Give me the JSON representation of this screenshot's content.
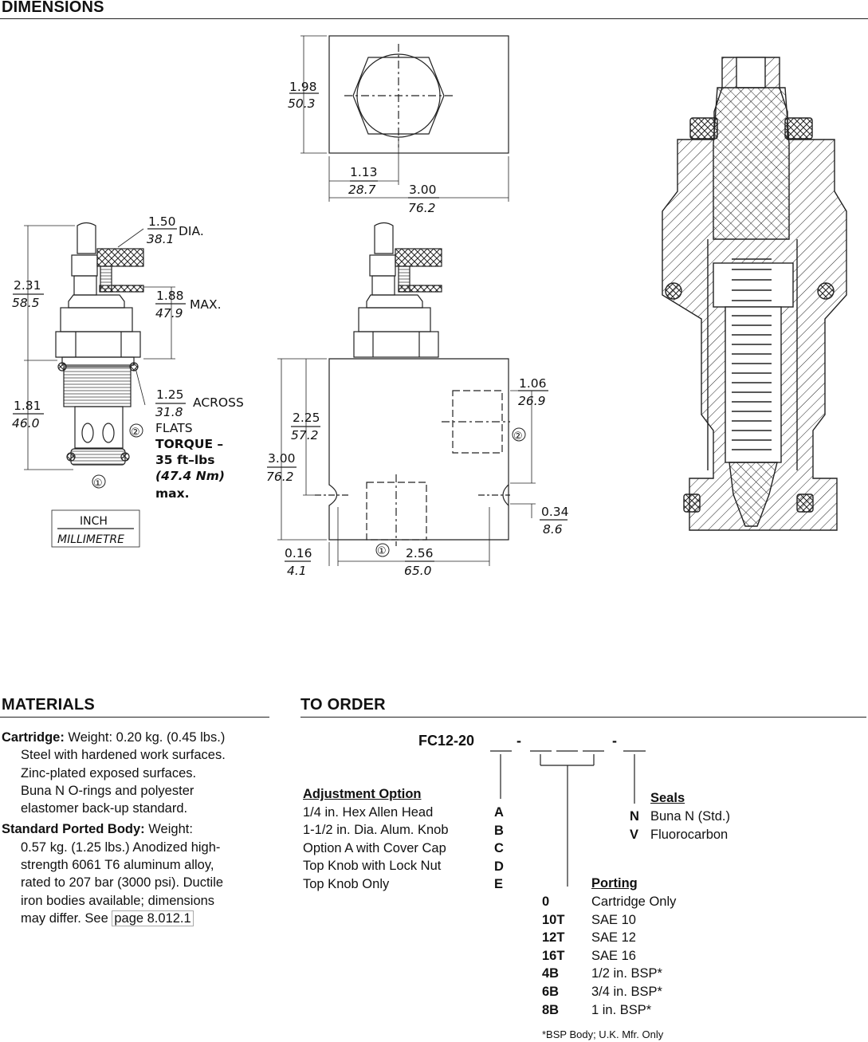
{
  "sections": {
    "dimensions": "DIMENSIONS",
    "materials": "MATERIALS",
    "to_order": "TO ORDER"
  },
  "drawing": {
    "top_view": {
      "h_in": "1.98",
      "h_mm": "50.3",
      "w1_in": "1.13",
      "w1_mm": "28.7",
      "w2_in": "3.00",
      "w2_mm": "76.2"
    },
    "cartridge": {
      "dia_in": "1.50",
      "dia_mm": "38.1",
      "dia_label": "DIA.",
      "h_in": "2.31",
      "h_mm": "58.5",
      "max_in": "1.88",
      "max_mm": "47.9",
      "max_label": "MAX.",
      "lower_in": "1.81",
      "lower_mm": "46.0",
      "flats_in": "1.25",
      "flats_mm": "31.8",
      "across": "ACROSS",
      "flats": "FLATS",
      "torque_1": "TORQUE –",
      "torque_2": "35 ft–lbs",
      "torque_3": "(47.4 Nm)",
      "torque_4": "max.",
      "port1": "①",
      "port2": "②"
    },
    "legend": {
      "inch": "INCH",
      "mm": "MILLIMETRE"
    },
    "body": {
      "side_in": "1.06",
      "side_mm": "26.9",
      "mid_in": "2.25",
      "mid_mm": "57.2",
      "h_in": "3.00",
      "h_mm": "76.2",
      "bot_in": "0.34",
      "bot_mm": "8.6",
      "off_in": "0.16",
      "off_mm": "4.1",
      "span_in": "2.56",
      "span_mm": "65.0",
      "port1": "①",
      "port2": "②"
    }
  },
  "materials": {
    "cartridge_label": "Cartridge:",
    "cartridge_first": " Weight: 0.20 kg. (0.45 lbs.)",
    "cartridge_lines": [
      "Steel with hardened work surfaces.",
      "Zinc-plated exposed surfaces.",
      "Buna N O-rings and polyester",
      "elastomer back-up standard."
    ],
    "body_label": "Standard Ported Body:",
    "body_first": " Weight:",
    "body_lines": [
      "0.57 kg. (1.25 lbs.) Anodized high-",
      "strength 6061 T6 aluminum alloy,",
      "rated to 207 bar (3000 psi). Ductile",
      "iron bodies available; dimensions"
    ],
    "last_prefix": "may differ. See ",
    "link": "page 8.012.1"
  },
  "order": {
    "model": "FC12-20",
    "adjustment_title": "Adjustment Option",
    "adjustment": [
      {
        "label": "1/4 in. Hex Allen Head",
        "code": "A"
      },
      {
        "label": "1-1/2 in. Dia. Alum. Knob",
        "code": "B"
      },
      {
        "label": "Option A with Cover Cap",
        "code": "C"
      },
      {
        "label": "Top Knob with Lock Nut",
        "code": "D"
      },
      {
        "label": "Top Knob Only",
        "code": "E"
      }
    ],
    "seals_title": "Seals",
    "seals": [
      {
        "code": "N",
        "label": "Buna N (Std.)"
      },
      {
        "code": "V",
        "label": "Fluorocarbon"
      }
    ],
    "porting_title": "Porting",
    "porting": [
      {
        "code": "0",
        "label": "Cartridge Only"
      },
      {
        "code": "10T",
        "label": "SAE 10"
      },
      {
        "code": "12T",
        "label": "SAE 12"
      },
      {
        "code": "16T",
        "label": "SAE 16"
      },
      {
        "code": "4B",
        "label": "1/2 in. BSP*"
      },
      {
        "code": "6B",
        "label": "3/4 in. BSP*"
      },
      {
        "code": "8B",
        "label": "1 in. BSP*"
      }
    ],
    "footnote": "*BSP Body; U.K. Mfr. Only"
  }
}
